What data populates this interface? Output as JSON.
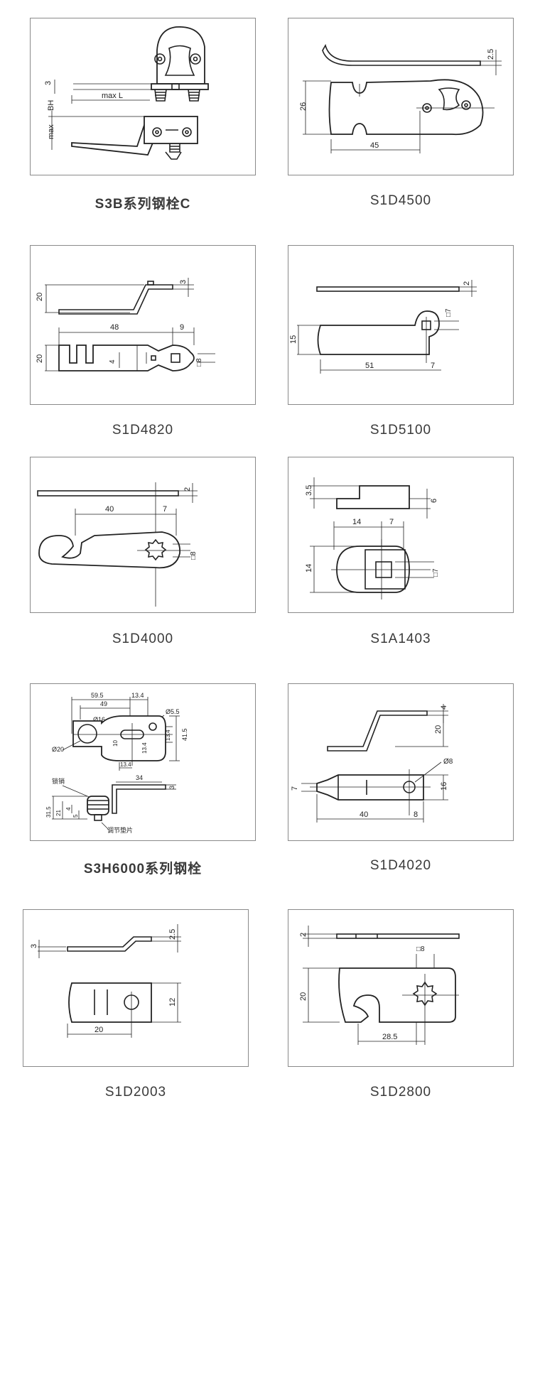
{
  "captions": {
    "c1": "S3B系列钢栓C",
    "c2": "S1D4500",
    "c3": "S1D4820",
    "c4": "S1D5100",
    "c5": "S1D4000",
    "c6": "S1A1403",
    "c7": "S3H6000系列钢栓",
    "c8": "S1D4020",
    "c9": "S1D2003",
    "c10": "S1D2800"
  },
  "dims": {
    "d1": {
      "a": "3",
      "b": "max L",
      "c": "BH",
      "d": "max"
    },
    "d2": {
      "a": "2.5",
      "b": "26",
      "c": "45"
    },
    "d3": {
      "a": "20",
      "b": "3",
      "c": "48",
      "d": "9",
      "e": "20",
      "f": "4",
      "g": "□8"
    },
    "d4": {
      "a": "2",
      "b": "□7",
      "c": "15",
      "d": "51",
      "e": "7"
    },
    "d5": {
      "a": "2",
      "b": "40",
      "c": "7",
      "d": "□8"
    },
    "d6": {
      "a": "3.5",
      "b": "6",
      "c": "14",
      "d": "7",
      "e": "14",
      "f": "□7"
    },
    "d7": {
      "a": "59.5",
      "b": "13.4",
      "c": "49",
      "d": "Ø5.5",
      "e": "Ø16",
      "f": "13.4",
      "g": "41.5",
      "h": "10",
      "i": "13.4",
      "j": "Ø20",
      "k": "13.4",
      "l": "锁销",
      "m": "34",
      "n": "3",
      "o": "31.5",
      "p": "21",
      "q": "4",
      "r": "5",
      "s": "调节垫片"
    },
    "d8": {
      "a": "4",
      "b": "20",
      "c": "Ø8",
      "d": "7",
      "e": "16",
      "f": "40",
      "g": "8"
    },
    "d9": {
      "a": "3",
      "b": "2.5",
      "c": "12",
      "d": "20"
    },
    "d10": {
      "a": "2",
      "b": "□8",
      "c": "20",
      "d": "28.5"
    }
  }
}
